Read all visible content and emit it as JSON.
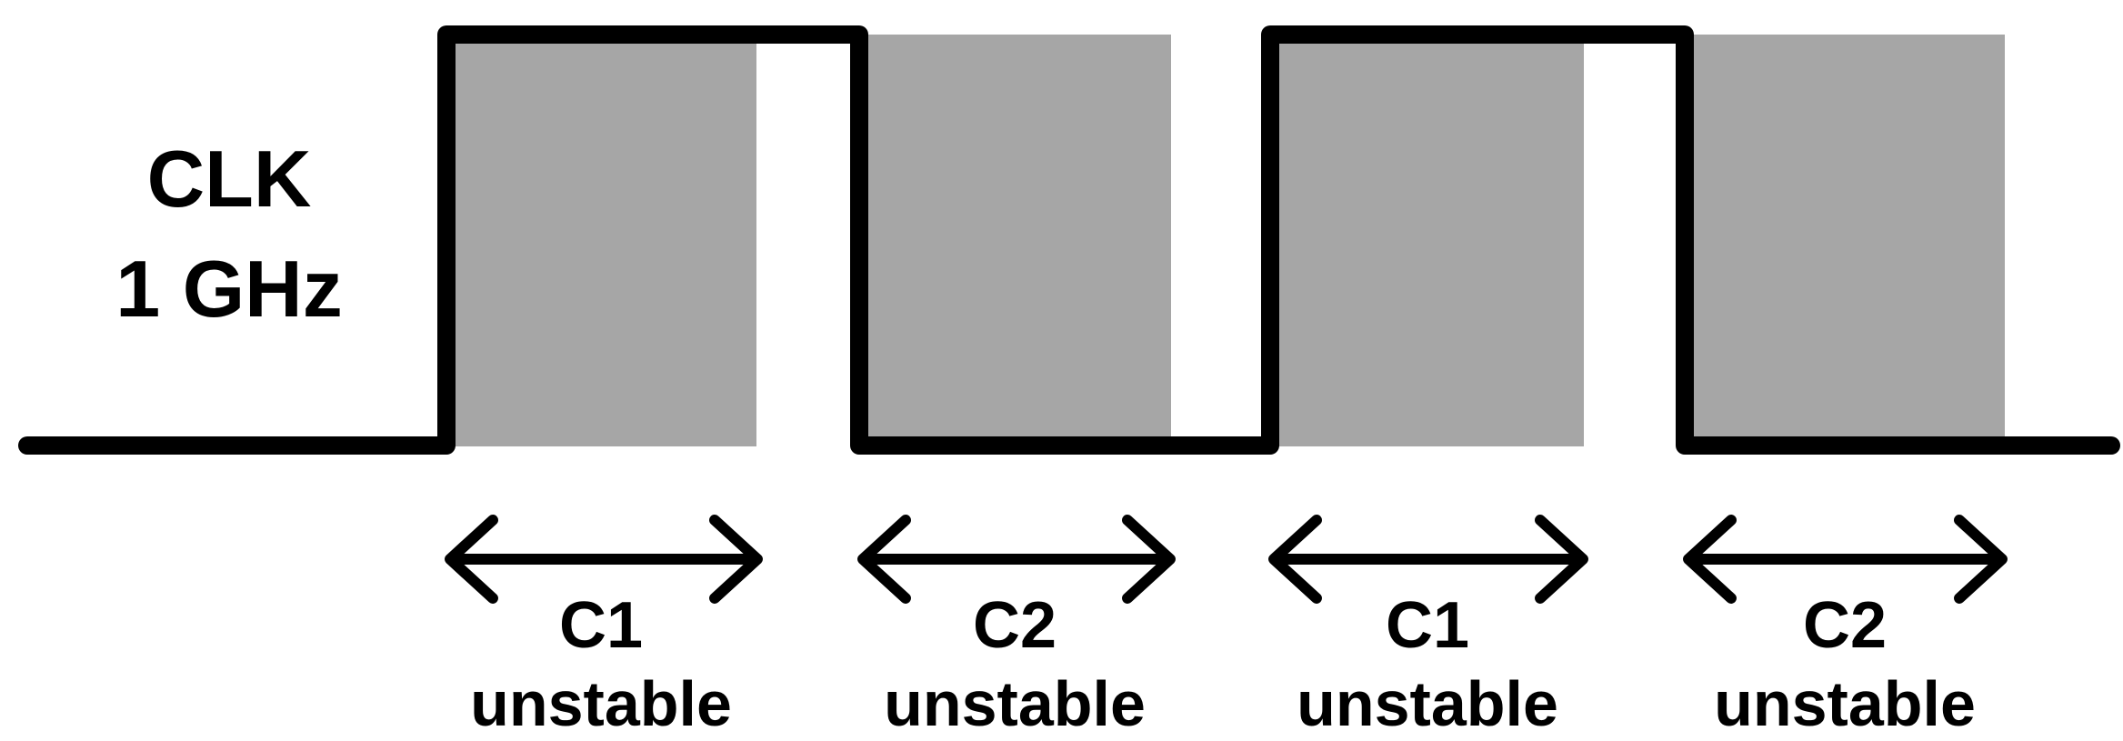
{
  "diagram": {
    "type": "clock-timing-diagram",
    "signal": {
      "name": "CLK",
      "frequency": "1 GHz"
    },
    "colors": {
      "shade": "#a6a6a6",
      "line": "#000000",
      "background": "#ffffff",
      "text": "#000000"
    },
    "waveform": {
      "initial_level": "low",
      "edges_shown": [
        "rising",
        "falling",
        "rising",
        "falling"
      ],
      "pulses_shown": 2,
      "duty_cycle": "~50%"
    },
    "regions": [
      {
        "clock": "C1",
        "state": "unstable",
        "starts_at": "rising-edge-1"
      },
      {
        "clock": "C2",
        "state": "unstable",
        "starts_at": "falling-edge-1"
      },
      {
        "clock": "C1",
        "state": "unstable",
        "starts_at": "rising-edge-2"
      },
      {
        "clock": "C2",
        "state": "unstable",
        "starts_at": "falling-edge-2"
      }
    ]
  }
}
